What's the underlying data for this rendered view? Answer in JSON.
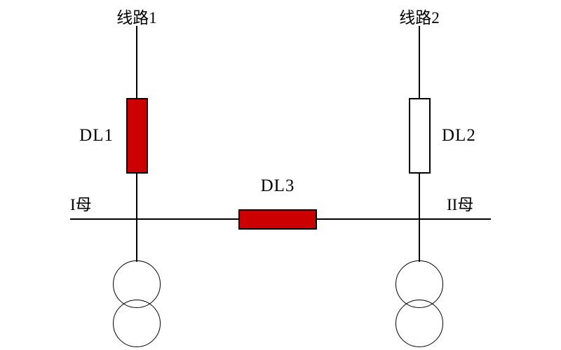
{
  "diagram": {
    "type": "electrical-single-line",
    "colors": {
      "closed_breaker_fill": "#cc0000",
      "open_breaker_fill": "#ffffff",
      "line_color": "#000000",
      "background": "#ffffff"
    },
    "feeders": [
      {
        "label": "线路1"
      },
      {
        "label": "线路2"
      }
    ],
    "buses": [
      {
        "label": "I母"
      },
      {
        "label": "II母"
      }
    ],
    "breakers": [
      {
        "label": "DL1",
        "state": "closed",
        "orientation": "vertical"
      },
      {
        "label": "DL2",
        "state": "open",
        "orientation": "vertical"
      },
      {
        "label": "DL3",
        "state": "closed",
        "orientation": "horizontal"
      }
    ],
    "transformers": [
      {
        "id": "transformer-1"
      },
      {
        "id": "transformer-2"
      }
    ]
  }
}
